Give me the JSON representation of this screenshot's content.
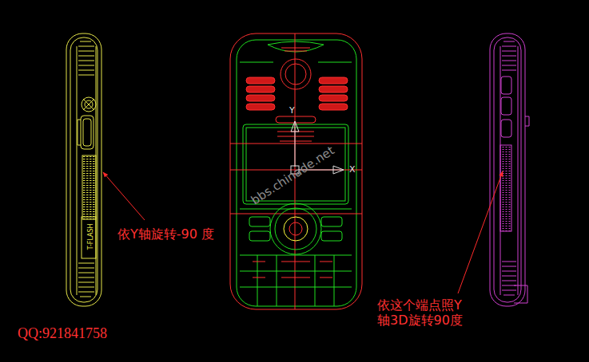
{
  "diagram": {
    "labels": [
      "Y",
      "X",
      "bbs.chinade.net",
      "T-FLASH",
      "依Y轴旋转-90 度",
      "依这个端点照Y 轴3D旋转90度",
      "QQ:921841758"
    ]
  }
}
